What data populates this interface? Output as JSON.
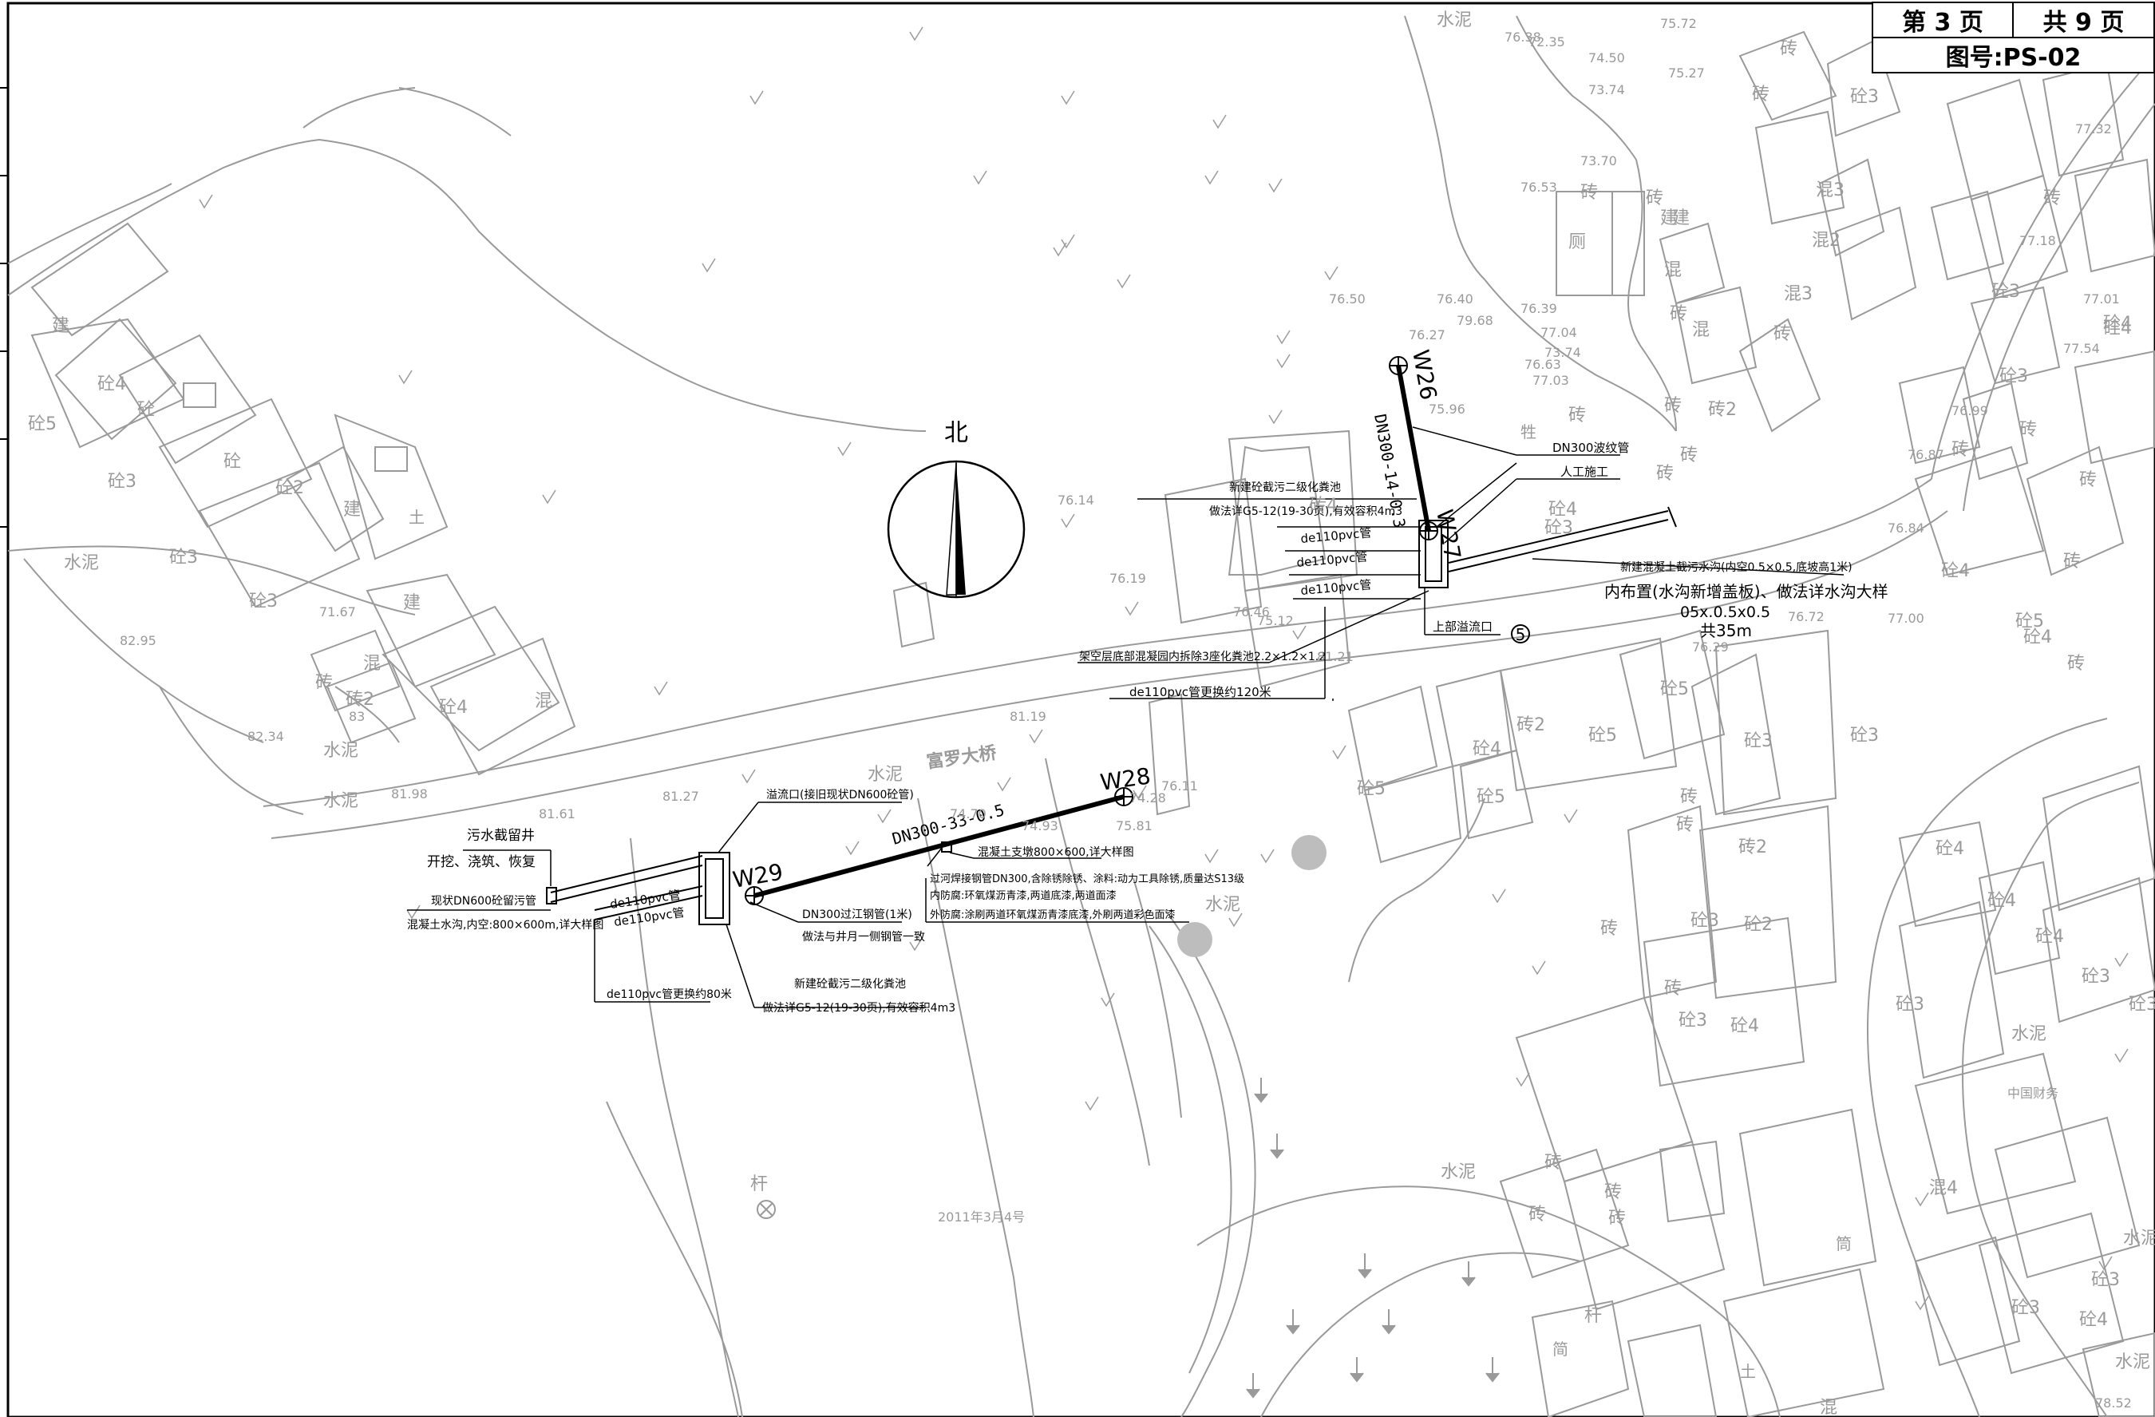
{
  "title_block": {
    "page_current": "第 3 页",
    "page_total": "共 9 页",
    "drawing_no": "图号:PS-02"
  },
  "north_label": "北",
  "bridge_name": "富罗大桥",
  "date_text": "2011年3月4号",
  "stations": {
    "w26": "W26",
    "w27": "W27",
    "w28": "W28",
    "w29": "W29"
  },
  "pipe_labels": {
    "dn300_14": "DN300-14-0.3",
    "dn300_33": "DN300-33-0.5",
    "pvc_1": "de110pvc管",
    "pvc_2": "de110pvc管",
    "pvc_3": "de110pvc管",
    "pvc_4": "de110pvc管",
    "pvc_5": "de110pvc管"
  },
  "annotations": {
    "dn300_wave": "DN300波纹管",
    "manual": "人工施工",
    "septic_new_1": "新建砼截污二级化粪池",
    "septic_ref_1": "做法详G5-12(19-30页),有效容积4m3",
    "ditch_new": "新建混凝土截污水沟(内空0.5×0.5,底坡高1米)",
    "ditch_cover": "内布置(水沟新增盖板)、做法详水沟大样",
    "ditch_size": "05x.0.5x0.5",
    "ditch_len": "共35m",
    "upper_overflow": "上部溢流口",
    "circle_no": "5",
    "old_septic": "架空层底部混凝园内拆除3座化粪池2.2×1.2×1.2",
    "pvc_120": "de110pvc管更换约120米",
    "overflow": "溢流口(接旧现状DN600砼管)",
    "sewage_well": "污水截留井",
    "excavate": "开挖、浇筑、恢复",
    "existing_dn600": "现状DN600砼留污管",
    "conc_ditch": "混凝土水沟,内空:800×600m,详大样图",
    "pvc_80": "de110pvc管更换约80米",
    "conc_pier": "混凝土支墩800×600,详大样图",
    "steel_1": "过河焊接钢管DN300,含除锈除锈、涂料:动力工具除锈,质量达S13级",
    "steel_2": "内防腐:环氧煤沥青漆,两道底漆,两道面漆",
    "steel_3": "外防腐:涂刷两道环氧煤沥青漆底漆,外刷两道彩色面漆",
    "dn300_river": "DN300过江钢管(1米)",
    "dn300_river_2": "做法与井月一侧钢管一致",
    "septic_new_2": "新建砼截污二级化粪池",
    "septic_ref_2": "做法详G5-12(19-30页),有效容积4m3"
  },
  "terrain": {
    "cement_1": "水泥",
    "cement_2": "水泥",
    "cement_3": "水泥",
    "cement_4": "水泥",
    "cement_5": "水泥",
    "cement_6": "水泥",
    "cement_7": "水泥",
    "cement_8": "水泥",
    "cement_9": "水泥",
    "soil_1": "土",
    "soil_2": "土",
    "build_1": "建",
    "build_2": "建",
    "build_3": "建",
    "build_4": "建",
    "finance": "中国财务",
    "pole": "杆",
    "pole_2": "杆",
    "toilet": "厕",
    "livestock": "牲",
    "simple_1": "简",
    "simple_2": "筒"
  },
  "elevations": {
    "e1": "76.38",
    "e2": "72.35",
    "e3": "74.50",
    "e4": "75.72",
    "e5": "75.27",
    "e6": "73.74",
    "e7": "73.70",
    "e8": "76.53",
    "e9": "76.50",
    "e10": "76.40",
    "e11": "79.68",
    "e12": "76.27",
    "e13": "76.39",
    "e14": "77.04",
    "e15": "73.74",
    "e16": "76.63",
    "e17": "77.03",
    "e18": "75.96",
    "e19": "76.14",
    "e20": "76.19",
    "e21": "76.46",
    "e22": "75.12",
    "e23": "81.21",
    "e24": "76.29",
    "e25": "76.72",
    "e26": "81.19",
    "e27": "81.27",
    "e28": "81.61",
    "e29": "81.98",
    "e30": "82.34",
    "e31": "82.95",
    "e32": "71.67",
    "e33": "83",
    "e34": "74.70",
    "e35": "74.93",
    "e36": "74.28",
    "e37": "76.11",
    "e38": "75.81",
    "e39": "77.32",
    "e40": "77.18",
    "e41": "77.01",
    "e42": "76.99",
    "e43": "76.87",
    "e44": "76.84",
    "e45": "77.00",
    "e46": "77.54",
    "e47": "78.52"
  },
  "buildings": {
    "b1": "砼4",
    "b2": "砼5",
    "b3": "砼",
    "b4": "砼3",
    "b5": "砼",
    "b6": "砼2",
    "b7": "砼3",
    "b8": "砼3",
    "b9": "砼4",
    "b10": "混",
    "b11": "砖2",
    "b12": "砖",
    "b13": "混",
    "b14": "砖4",
    "b15": "砖",
    "b16": "砼3",
    "b17": "混3",
    "b18": "混2",
    "b19": "混3",
    "b20": "砖",
    "b21": "砖",
    "b22": "砖",
    "b23": "混",
    "b24": "砖",
    "b25": "砖",
    "b26": "砖2",
    "b27": "砖",
    "b28": "砼3",
    "b29": "砖",
    "b30": "砖",
    "b31": "砼4",
    "b32": "砼4",
    "b33": "砖2",
    "b34": "砼5",
    "b35": "砼5",
    "b36": "砼5",
    "b37": "砼5",
    "b38": "砼3",
    "b39": "砖",
    "b40": "砖",
    "b41": "砖2",
    "b42": "砖",
    "b43": "砼3",
    "b44": "砼2",
    "b45": "砼3",
    "b46": "砼4",
    "b47": "砖",
    "b48": "砖",
    "b49": "砖",
    "b50": "砖",
    "b51": "砖",
    "b52": "砼3",
    "b53": "砼4",
    "b54": "砼3",
    "b55": "砼4",
    "b56": "砖",
    "b57": "砖",
    "b58": "砖",
    "b59": "砼4",
    "b60": "砼5",
    "b61": "砖",
    "b62": "砼4",
    "b63": "砼4",
    "b64": "砼3",
    "b65": "砼3",
    "b66": "砼4",
    "b67": "砼3",
    "b68": "砼4",
    "b69": "砖",
    "b70": "混4",
    "b71": "砖",
    "b72": "砼3",
    "b73": "砼4",
    "b74": "水泥",
    "b75": "混",
    "b76": "砖",
    "b77": "建",
    "b78": "砼3",
    "b79": "砼3",
    "b80": "混"
  }
}
